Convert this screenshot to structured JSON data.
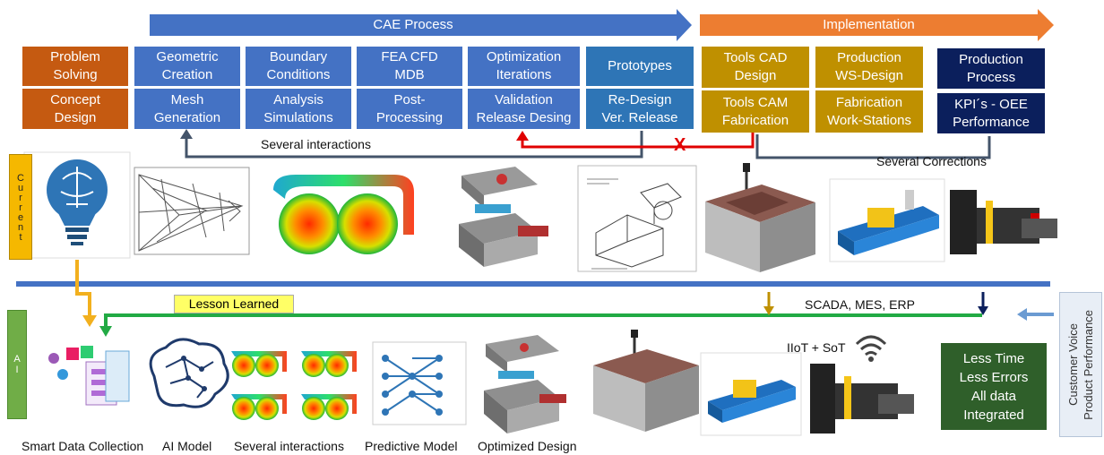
{
  "banners": {
    "cae": "CAE Process",
    "implementation": "Implementation"
  },
  "boxes": {
    "problem_solving": "Problem\nSolving",
    "concept_design": "Concept\nDesign",
    "geometric_creation": "Geometric\nCreation",
    "mesh_generation": "Mesh\nGeneration",
    "boundary_conditions": "Boundary\nConditions",
    "analysis_simulations": "Analysis\nSimulations",
    "fea_cfd": "FEA CFD\nMDB",
    "post_processing": "Post-\nProcessing",
    "optimization": "Optimization\nIterations",
    "validation": "Validation\nRelease Desing",
    "prototypes": "Prototypes",
    "redesign": "Re-Design\nVer. Release",
    "tools_cad": "Tools CAD\nDesign",
    "tools_cam": "Tools CAM\nFabrication",
    "production_ws": "Production\nWS-Design",
    "fabrication_ws": "Fabrication\nWork-Stations",
    "production_process": "Production\nProcess",
    "kpis": "KPI´s -  OEE\nPerformance"
  },
  "labels": {
    "several_interactions_top": "Several interactions",
    "several_corrections": "Several Corrections",
    "x_mark": "X",
    "current_side": "Current",
    "ai_side": "AI",
    "lesson_learned": "Lesson Learned",
    "scada": "SCADA, MES, ERP",
    "iiot": "IIoT + SoT",
    "less_box": "Less Time\nLess Errors\nAll data\nIntegrated",
    "customer_voice": "Customer Voice\nProduct Performance"
  },
  "bottom_captions": {
    "smart_data": "Smart Data Collection",
    "ai_model": "AI Model",
    "several_interactions": "Several interactions",
    "predictive_model": "Predictive Model",
    "optimized_design": "Optimized Design"
  },
  "colors": {
    "cae_banner": "#4472c4",
    "impl_banner": "#ed7d31",
    "red_arrow": "#e00000",
    "green_line": "#22aa44",
    "yellow_arrow": "#f2b01e",
    "divider": "#4472c4",
    "less_box": "#2f5f2a"
  }
}
